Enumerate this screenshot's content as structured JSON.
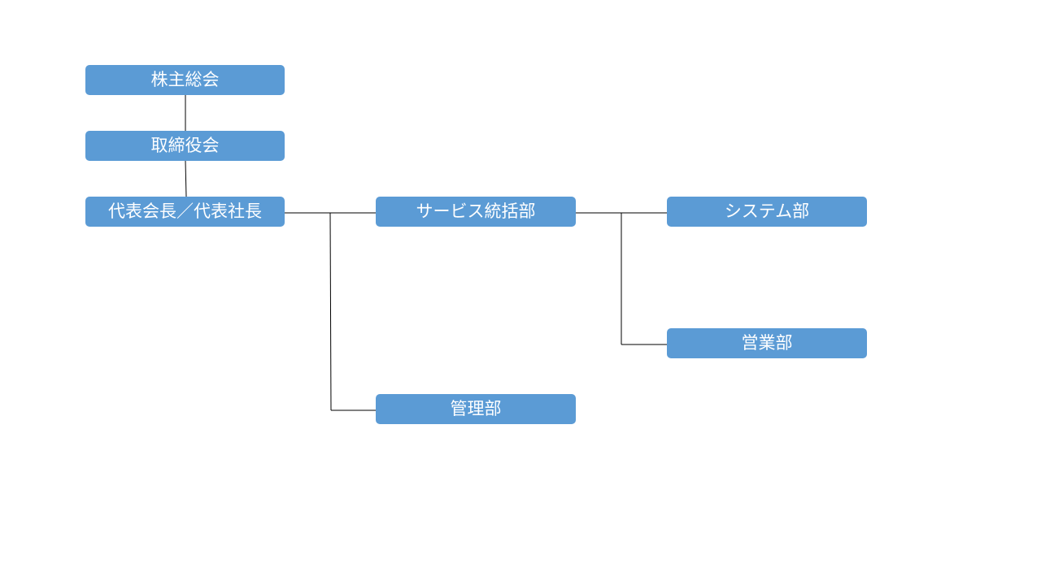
{
  "colors": {
    "node_fill": "#5b9bd5",
    "node_text": "#ffffff",
    "connector": "#000000",
    "background": "#ffffff"
  },
  "org_chart": {
    "nodes": {
      "shareholders": "株主総会",
      "board": "取締役会",
      "executives": "代表会長／代表社長",
      "service_division": "サービス統括部",
      "system_dept": "システム部",
      "sales_dept": "営業部",
      "admin_dept": "管理部"
    },
    "links": [
      [
        "shareholders",
        "board"
      ],
      [
        "board",
        "executives"
      ],
      [
        "executives",
        "service_division"
      ],
      [
        "executives",
        "admin_dept"
      ],
      [
        "service_division",
        "system_dept"
      ],
      [
        "service_division",
        "sales_dept"
      ]
    ]
  }
}
